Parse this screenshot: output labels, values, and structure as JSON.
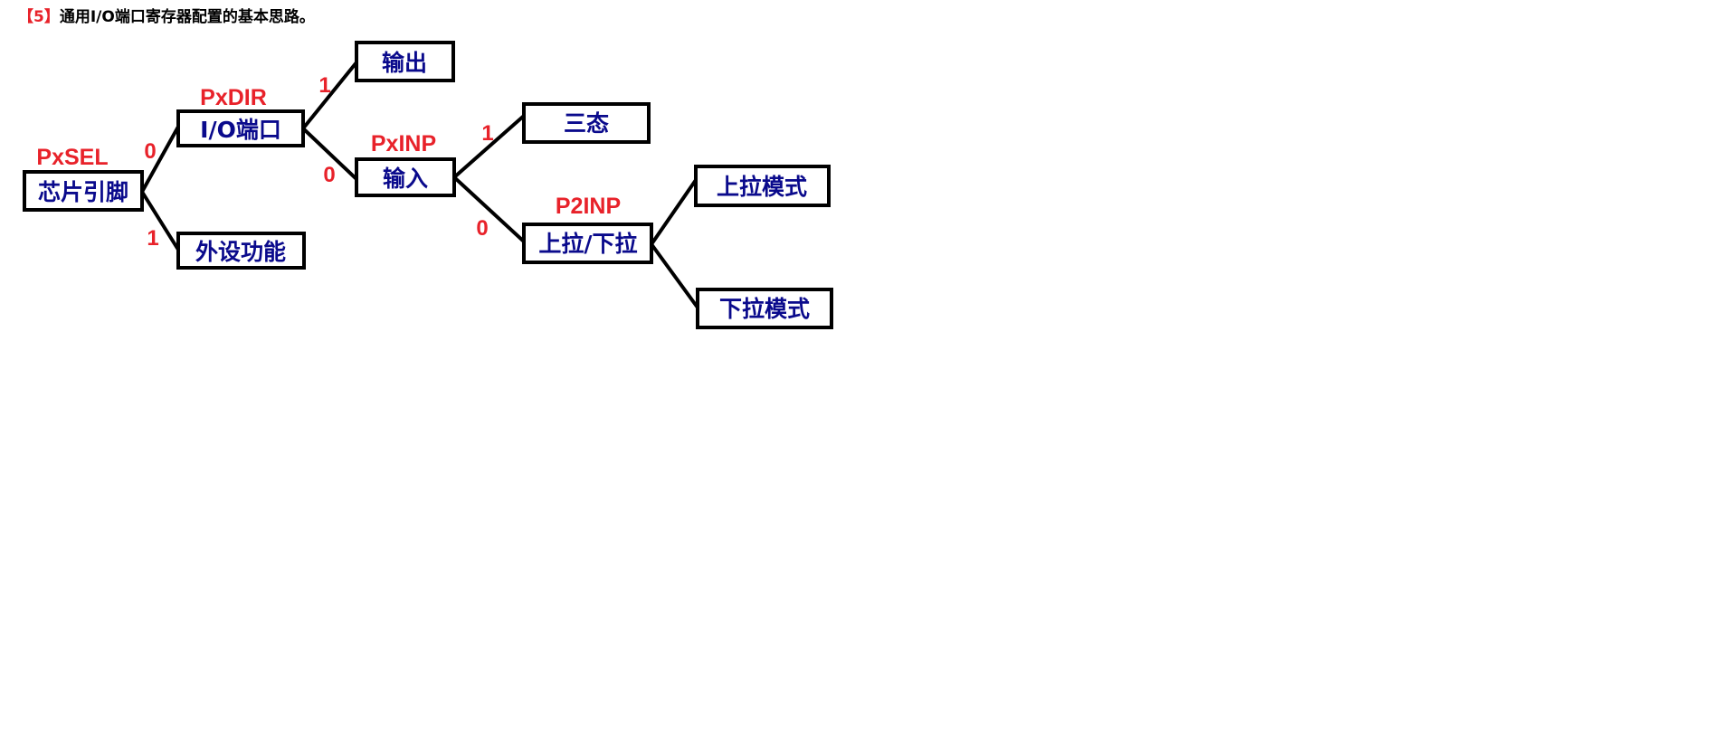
{
  "heading": {
    "number": "【5】",
    "text": "通用I/O端口寄存器配置的基本思路。"
  },
  "colors": {
    "box_text": "#0a0a8c",
    "register_label": "#e8222a",
    "bit_label": "#e8222a",
    "line": "#000000"
  },
  "nodes": {
    "chip_pin": "芯片引脚",
    "io_port": "I/O端口",
    "peripheral": "外设功能",
    "output": "输出",
    "input": "输入",
    "tristate": "三态",
    "pull_updown": "上拉/下拉",
    "pullup_mode": "上拉模式",
    "pulldown_mode": "下拉模式"
  },
  "registers": {
    "pxsel": "PxSEL",
    "pxdir": "PxDIR",
    "pxinp": "PxINP",
    "p2inp": "P2INP"
  },
  "bits": {
    "pxsel_0": "0",
    "pxsel_1": "1",
    "pxdir_1": "1",
    "pxdir_0": "0",
    "pxinp_1": "1",
    "pxinp_0": "0"
  }
}
